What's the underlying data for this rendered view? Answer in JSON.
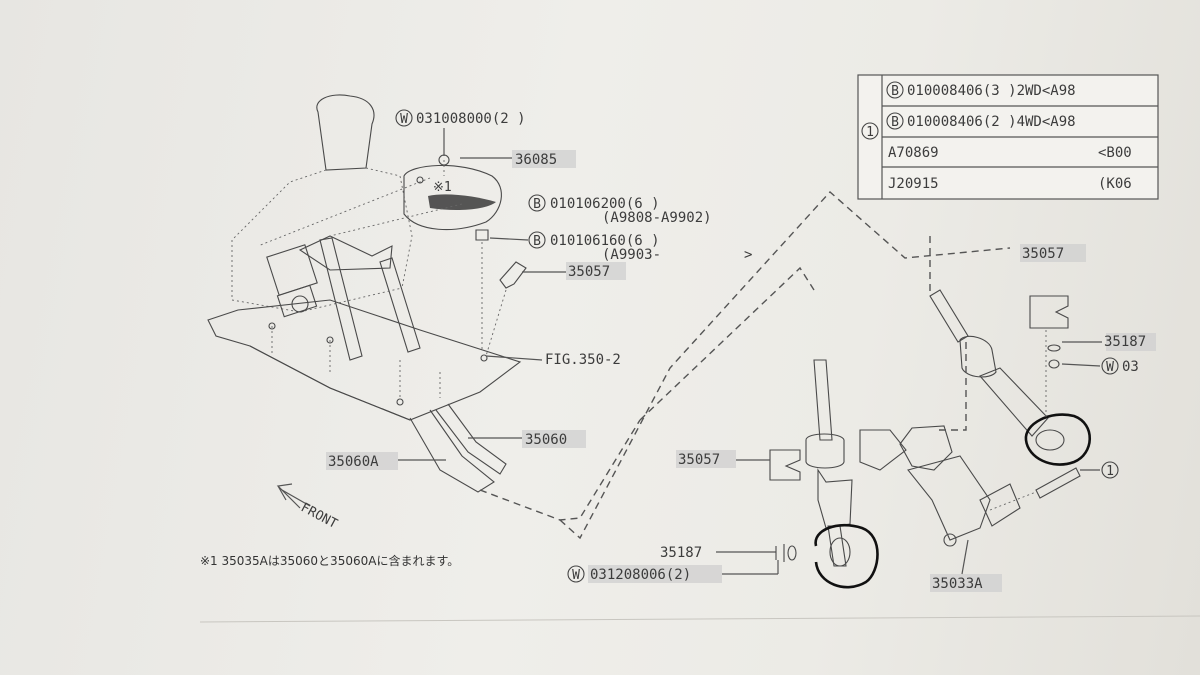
{
  "table": {
    "index_mark": "1",
    "rows": [
      {
        "code_mark": "B",
        "text": "010008406(3 )2WD<A98"
      },
      {
        "code_mark": "B",
        "text": "010008406(2 )4WD<A98"
      },
      {
        "code_mark": "",
        "text": "A70869",
        "range": "<B00"
      },
      {
        "code_mark": "",
        "text": "J20915",
        "range": "(K06"
      }
    ]
  },
  "labels": {
    "w_top_mark": "W",
    "w_top": "031008000(2 )",
    "p36085": "36085",
    "asterisk": "※1",
    "b1_mark": "B",
    "b1": "010106200(6 )",
    "b1_range": "(A9808-A9902)",
    "b2_mark": "B",
    "b2": "010106160(6 )",
    "b2_range": "(A9903-",
    "b2_tail": ">",
    "p35057_top": "35057",
    "fig": "FIG.350-2",
    "p35060": "35060",
    "p35060a": "35060A",
    "front": "FRONT",
    "p35057_right": "35057",
    "p35187_right": "35187",
    "w_right_mark": "W",
    "w_right": "03",
    "index_right": "1",
    "p35057_mid": "35057",
    "p35187_low": "35187",
    "w_low_mark": "W",
    "w_low": "031208006(2)",
    "p35033a": "35033A",
    "note": "※1 35035Aは35060と35060Aに含まれます。"
  }
}
